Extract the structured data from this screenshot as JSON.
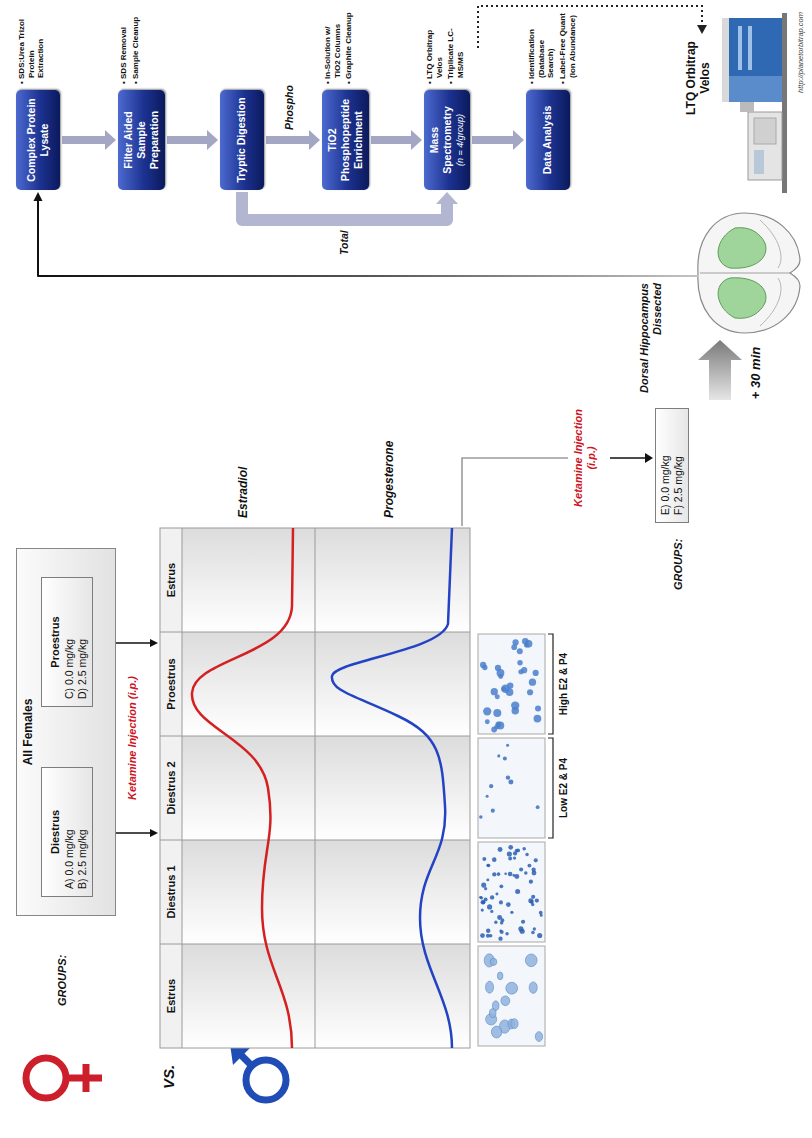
{
  "diagram": {
    "nodes": [
      {
        "text": [
          "All Females"
        ]
      },
      {
        "text": [
          "Diestrus",
          "A) 0.0 mg/kg",
          "B) 2.5 mg/kg"
        ],
        "in": 0
      },
      {
        "text": [
          "Proestrus",
          "C) 0.0 mg/kg",
          "D) 2.5 mg/kg"
        ],
        "in": 0
      },
      {
        "text": [
          "Estrus"
        ]
      },
      {
        "text": [
          "Diestrus 1"
        ]
      },
      {
        "text": [
          "Diestrus 2"
        ]
      },
      {
        "text": [
          "Proestrus"
        ]
      },
      {
        "text": [
          "Estrus"
        ]
      },
      {
        "text": [
          "E) 0.0 mg/kg",
          "F) 2.5 mg/kg"
        ]
      },
      {
        "text": [
          "Complex Protein Lysate"
        ]
      },
      {
        "text": [
          "Filter Aided Sample Preparation"
        ]
      },
      {
        "text": [
          "Tryptic Digestion"
        ]
      },
      {
        "text": [
          "TiO2 Phosphopeptide Enrichment"
        ]
      },
      {
        "text": [
          "Mass Spectrometry",
          "(n = 4/group)"
        ]
      },
      {
        "text": [
          "Data Analysis"
        ]
      }
    ],
    "edges": [
      {
        "from": 1,
        "to": 5,
        "arrow": "to"
      },
      {
        "from": 2,
        "to": 6,
        "arrow": "to"
      },
      {
        "from": 9,
        "to": 10,
        "arrow": "to"
      },
      {
        "from": 10,
        "to": 11,
        "arrow": "to"
      },
      {
        "from": 11,
        "to": 12,
        "label": "Phospho",
        "arrow": "to"
      },
      {
        "from": 12,
        "to": 13,
        "arrow": "to"
      },
      {
        "from": 11,
        "to": 13,
        "label": "Total",
        "arrow": "to"
      },
      {
        "from": 13,
        "to": 14,
        "arrow": "to"
      }
    ],
    "labels": [
      "GROUPS:",
      "Ketamine Injection (i.p.)",
      "Estradiol",
      "Progesterone",
      "Low E2 & P4",
      "High E2 & P4",
      "VS.",
      "Ketamine Injection (i.p.)",
      "GROUPS:",
      "+ 30 min",
      "Dorsal Hippocampus Dissected",
      "• SDS:Urea Trizol Protein Extraction",
      "• SDS Removal",
      "• Sample Cleanup",
      "• In-Solution w/ TiO2 Columns",
      "• Graphite Cleanup",
      "• LTQ Orbitrap Velos",
      "• Triplicate LC-MS/MS",
      "• Identification (Database Search)",
      "• Label-Free Quant (Ion Abundance)",
      "LTQ Orbitrap Velos",
      "http://planetorbitrap.com"
    ]
  }
}
